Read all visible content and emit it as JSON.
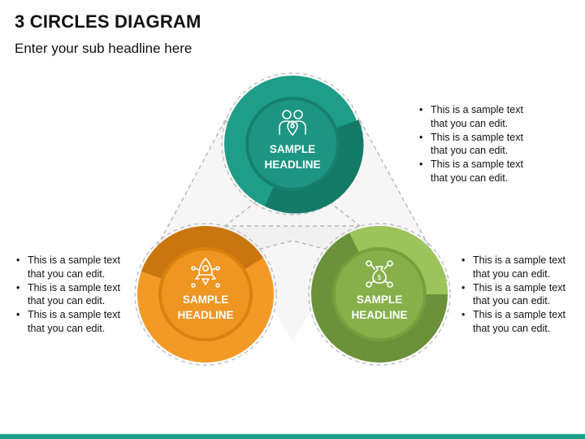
{
  "title": "3 CIRCLES DIAGRAM",
  "subtitle": "Enter your sub headline here",
  "colors": {
    "teal": "#1e9e88",
    "teal_dark": "#147a68",
    "orange": "#f39a26",
    "orange_dark": "#c97610",
    "green": "#87b04a",
    "green_dark": "#6b913a",
    "bottom_bar": "#1aa08a"
  },
  "circles": [
    {
      "headline_line1": "SAMPLE",
      "headline_line2": "HEADLINE",
      "icon": "family-location-icon",
      "color": "teal",
      "bullets": [
        {
          "line1": "This is a sample text",
          "line2": "that you can edit."
        },
        {
          "line1": "This is a sample text",
          "line2": "that you can edit."
        },
        {
          "line1": "This is a sample text",
          "line2": "that you can edit."
        }
      ]
    },
    {
      "headline_line1": "SAMPLE",
      "headline_line2": "HEADLINE",
      "icon": "rocket-network-icon",
      "color": "orange",
      "bullets": [
        {
          "line1": "This is a sample text",
          "line2": "that you can edit."
        },
        {
          "line1": "This is a sample text",
          "line2": "that you can edit."
        },
        {
          "line1": "This is a sample text",
          "line2": "that you can edit."
        }
      ]
    },
    {
      "headline_line1": "SAMPLE",
      "headline_line2": "HEADLINE",
      "icon": "money-bag-network-icon",
      "color": "green",
      "bullets": [
        {
          "line1": "This is a sample text",
          "line2": "that you can edit."
        },
        {
          "line1": "This is a sample text",
          "line2": "that you can edit."
        },
        {
          "line1": "This is a sample text",
          "line2": "that you can edit."
        }
      ]
    }
  ]
}
